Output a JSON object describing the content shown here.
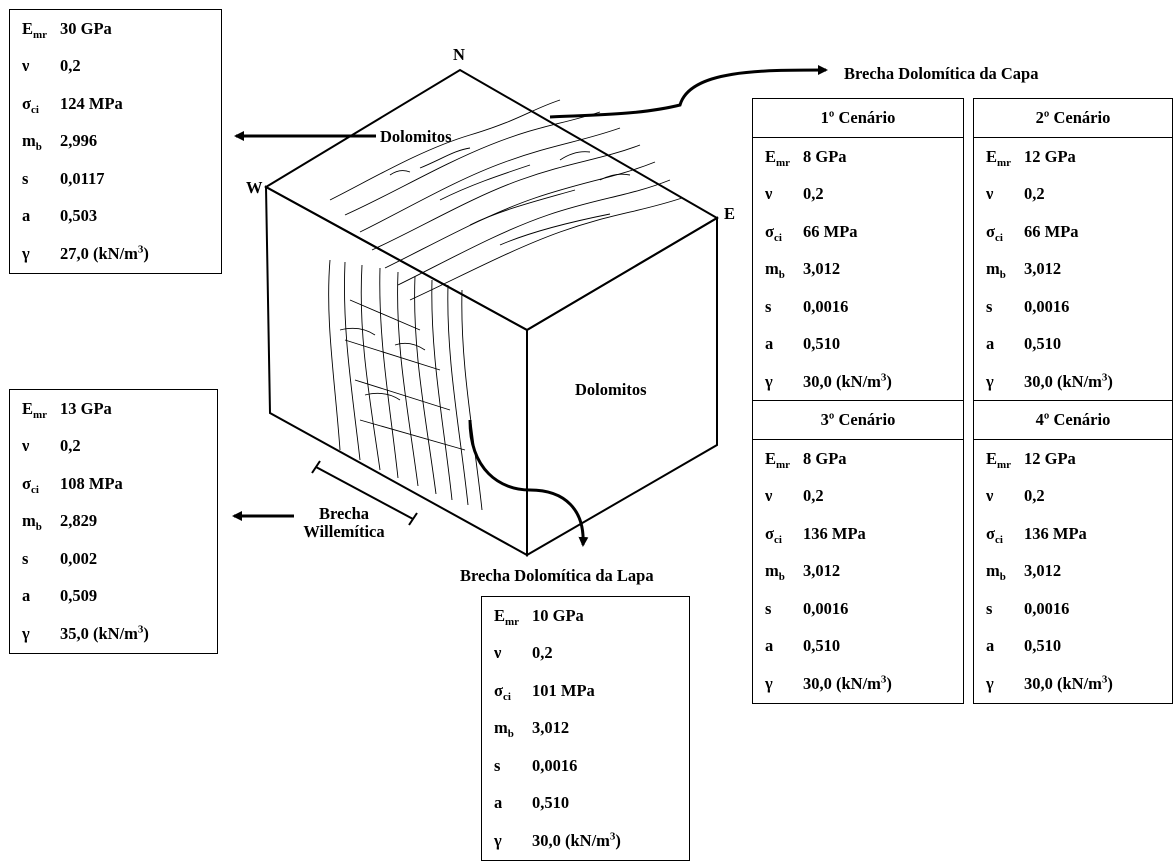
{
  "labels": {
    "north": "N",
    "west": "W",
    "east": "E",
    "dolomitos_top": "Dolomitos",
    "dolomitos_front": "Dolomitos",
    "brecha_capa": "Brecha Dolomítica da Capa",
    "brecha_lapa": "Brecha Dolomítica da Lapa",
    "brecha_will_1": "Brecha",
    "brecha_will_2": "Willemítica"
  },
  "symbols": {
    "E": "E",
    "E_sub": "mr",
    "nu": "ν",
    "sigma": "σ",
    "sigma_sub": "ci",
    "m": "m",
    "m_sub": "b",
    "s": "s",
    "a": "a",
    "gamma": "γ"
  },
  "tables": {
    "dolomitos": {
      "E": "30 GPa",
      "nu": "0,2",
      "sigma": "124 MPa",
      "m": "2,996",
      "s": "0,0117",
      "a": "0,503",
      "gamma": "27,0 (kN/m",
      "gamma_sup": "3",
      "gamma_end": ")"
    },
    "willemitica": {
      "E": "13 GPa",
      "nu": "0,2",
      "sigma": "108 MPa",
      "m": "2,829",
      "s": "0,002",
      "a": "0,509",
      "gamma": "35,0 (kN/m",
      "gamma_sup": "3",
      "gamma_end": ")"
    },
    "lapa": {
      "E": "10 GPa",
      "nu": "0,2",
      "sigma": "101 MPa",
      "m": "3,012",
      "s": "0,0016",
      "a": "0,510",
      "gamma": "30,0 (kN/m",
      "gamma_sup": "3",
      "gamma_end": ")"
    },
    "cenario1": {
      "title": "1º Cenário",
      "E": "8 GPa",
      "nu": "0,2",
      "sigma": "66 MPa",
      "m": "3,012",
      "s": "0,0016",
      "a": "0,510",
      "gamma": "30,0 (kN/m",
      "gamma_sup": "3",
      "gamma_end": ")"
    },
    "cenario2": {
      "title": "2º Cenário",
      "E": "12 GPa",
      "nu": "0,2",
      "sigma": "66 MPa",
      "m": "3,012",
      "s": "0,0016",
      "a": "0,510",
      "gamma": "30,0 (kN/m",
      "gamma_sup": "3",
      "gamma_end": ")"
    },
    "cenario3": {
      "title": "3º Cenário",
      "E": "8 GPa",
      "nu": "0,2",
      "sigma": "136 MPa",
      "m": "3,012",
      "s": "0,0016",
      "a": "0,510",
      "gamma": "30,0 (kN/m",
      "gamma_sup": "3",
      "gamma_end": ")"
    },
    "cenario4": {
      "title": "4º Cenário",
      "E": "12 GPa",
      "nu": "0,2",
      "sigma": "136 MPa",
      "m": "3,012",
      "s": "0,0016",
      "a": "0,510",
      "gamma": "30,0 (kN/m",
      "gamma_sup": "3",
      "gamma_end": ")"
    }
  }
}
